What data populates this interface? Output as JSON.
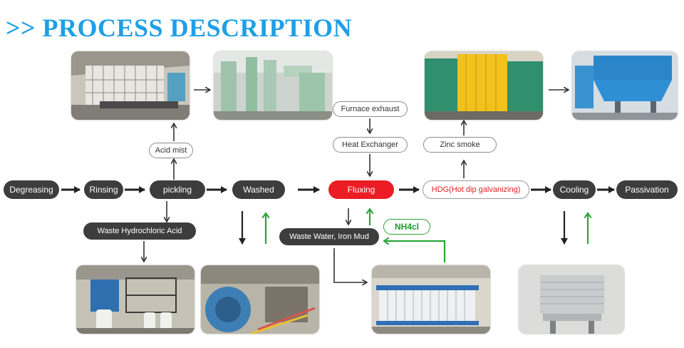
{
  "title": ">> PROCESS DESCRIPTION",
  "process": [
    "Degreasing",
    "Rinsing",
    "pickling",
    "Washed",
    "Fluxing",
    "HDG(Hot dip galvanizing)",
    "Cooling",
    "Passivation"
  ],
  "side_labels": {
    "acid_mist": "Acid mist",
    "waste_acid": "Waste Hydrochloric Acid",
    "furnace_exhaust": "Furnace exhaust",
    "heat_exchanger": "Heat Exchanger",
    "zinc_smoke": "Zinc smoke",
    "waste_water": "Waste Water, Iron Mud",
    "nh4cl": "NH4cl"
  },
  "colors": {
    "title": "#1e9fe6",
    "pill": "#3d3d3d",
    "fluxing": "#ec1c24",
    "hdg_text": "#e02020",
    "green_arrow": "#2aa43a",
    "arrow": "#333333"
  },
  "photos": {
    "top": [
      "pickling-workshop-photo",
      "scrubber-tower-photo",
      "galvanizing-line-photo",
      "dust-collector-photo"
    ],
    "bottom": [
      "acid-regeneration-plant-photo",
      "wastewater-tank-photo",
      "filter-press-photo",
      "cooling-tower-photo"
    ]
  }
}
